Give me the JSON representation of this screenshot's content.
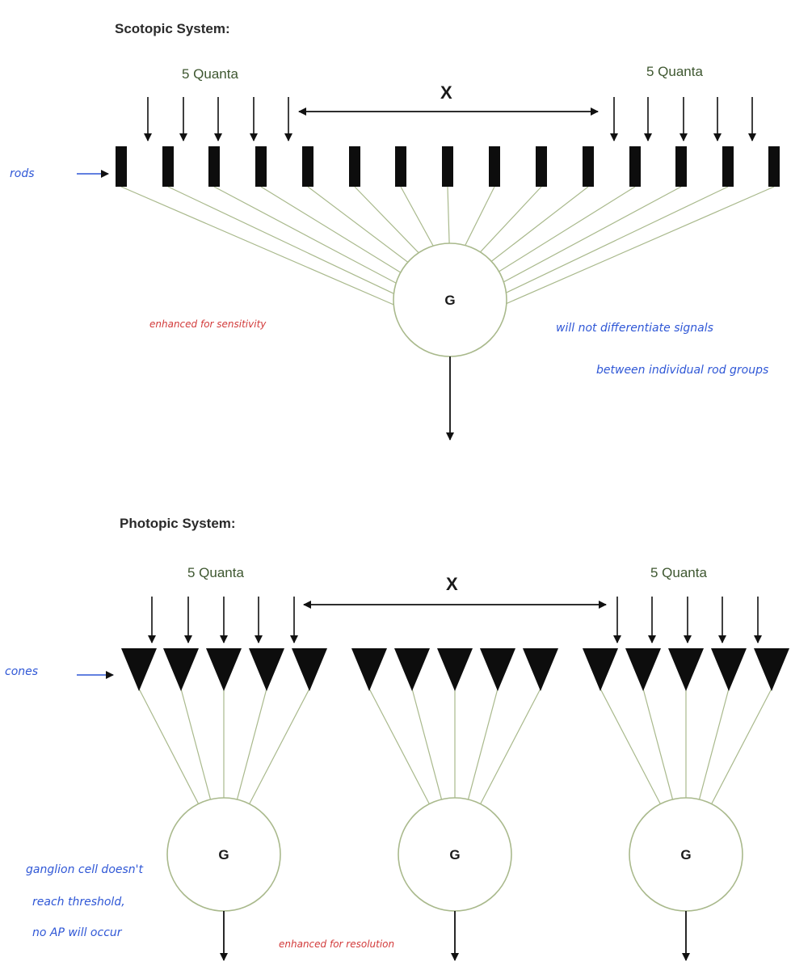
{
  "scotopic": {
    "heading": "Scotopic System:",
    "quanta_left": "5 Quanta",
    "quanta_right": "5 Quanta",
    "distance_label": "X",
    "ganglion_label": "G"
  },
  "photopic": {
    "heading": "Photopic System:",
    "quanta_left": "5 Quanta",
    "quanta_right": "5 Quanta",
    "distance_label": "X",
    "ganglion_labels": [
      "G",
      "G",
      "G"
    ]
  },
  "annotations": {
    "rods": "rods",
    "cones": "cones",
    "enhanced_sensitivity": "enhanced for sensitivity",
    "differentiate_line1": "will not differentiate signals",
    "differentiate_line2": "between individual rod groups",
    "threshold_line1": "ganglion cell doesn't",
    "threshold_line2": "reach threshold,",
    "threshold_line3": "no AP will occur",
    "enhanced_resolution": "enhanced for resolution"
  },
  "colors": {
    "handwriting_blue": "#2f57d6",
    "handwriting_red": "#d23a3a",
    "wire_green": "#a9b98c"
  }
}
